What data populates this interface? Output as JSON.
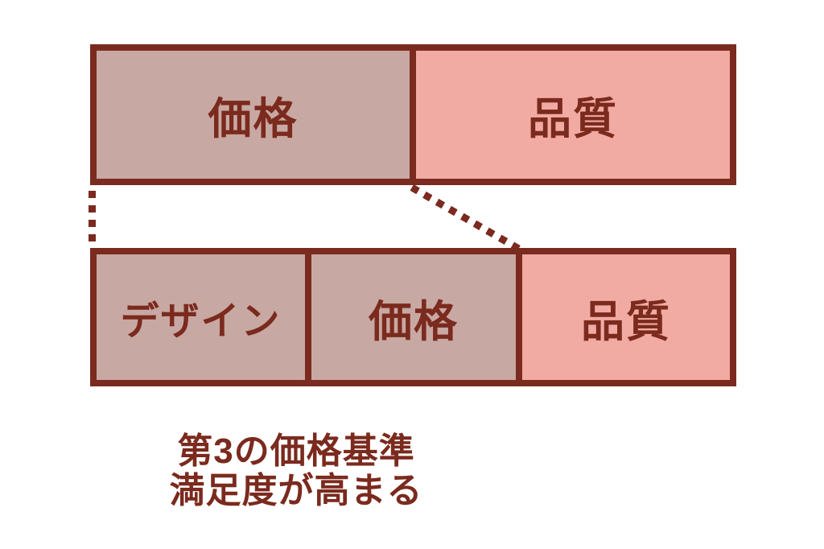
{
  "colors": {
    "outline": "#7b2a20",
    "segment_mauve": "#c8a8a2",
    "segment_pink": "#f2aba2",
    "text": "#7b2a1e",
    "background": "#ffffff"
  },
  "top_bar": {
    "segments": [
      {
        "label": "価格",
        "color": "#c8a8a2"
      },
      {
        "label": "品質",
        "color": "#f2aba2"
      }
    ]
  },
  "bottom_bar": {
    "segments": [
      {
        "label": "デザイン",
        "color": "#c8a8a2"
      },
      {
        "label": "価格",
        "color": "#c8a8a2"
      },
      {
        "label": "品質",
        "color": "#f2aba2"
      }
    ]
  },
  "caption": {
    "line1": "第3の価格基準",
    "line2": "満足度が高まる"
  }
}
